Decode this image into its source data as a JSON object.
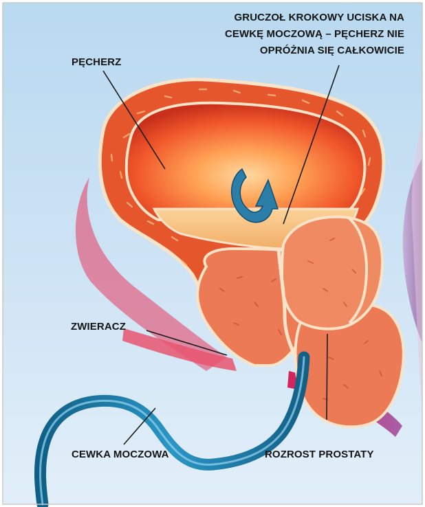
{
  "labels": {
    "bladder": "PĘCHERZ",
    "note_line1": "GRUCZOŁ KROKOWY UCISKA NA",
    "note_line2": "CEWKĘ MOCZOWĄ – PĘCHERZ NIE",
    "note_line3": "OPRÓŻNIA SIĘ CAŁKOWICIE",
    "sphincter": "ZWIERACZ",
    "urethra": "CEWKA MOCZOWA",
    "prostate": "ROZROST PROSTATY"
  },
  "colors": {
    "background_top": "#b9d9f0",
    "background_bottom": "#deedf8",
    "bladder_wall": "#e5562c",
    "bladder_outline": "#fbe3c8",
    "bladder_inner": "#ff9a4c",
    "urine": "#f6c07e",
    "prostate": "#eb7a55",
    "urethra": "#1c79a4",
    "arrow": "#2a7ea8",
    "leader_line": "#1a1a1a"
  },
  "icons": {
    "arrow": "curved-arrow-icon"
  }
}
